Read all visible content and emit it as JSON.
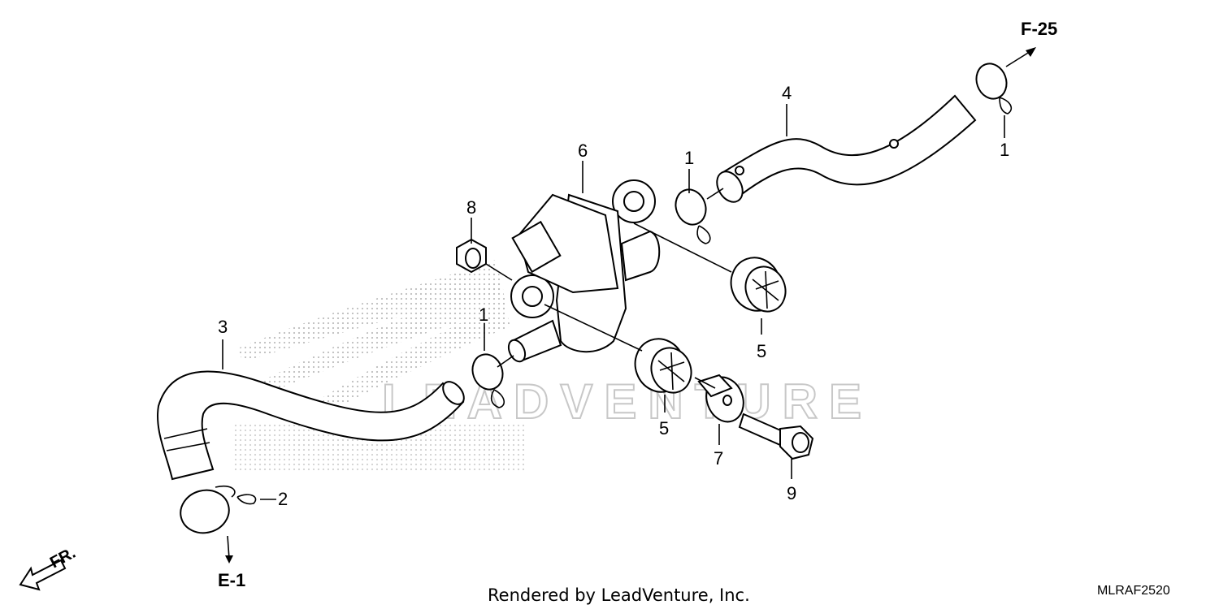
{
  "diagram": {
    "callouts": {
      "c1a": "1",
      "c1b": "1",
      "c1c": "1",
      "c2": "2",
      "c3": "3",
      "c4": "4",
      "c5a": "5",
      "c5b": "5",
      "c6": "6",
      "c7": "7",
      "c8": "8",
      "c9": "9"
    },
    "refs": {
      "top": "F-25",
      "bottom": "E-1"
    },
    "direction": "FR.",
    "watermark": "LEADVENTURE",
    "footer": "Rendered by LeadVenture, Inc.",
    "diagram_code": "MLRAF2520"
  }
}
